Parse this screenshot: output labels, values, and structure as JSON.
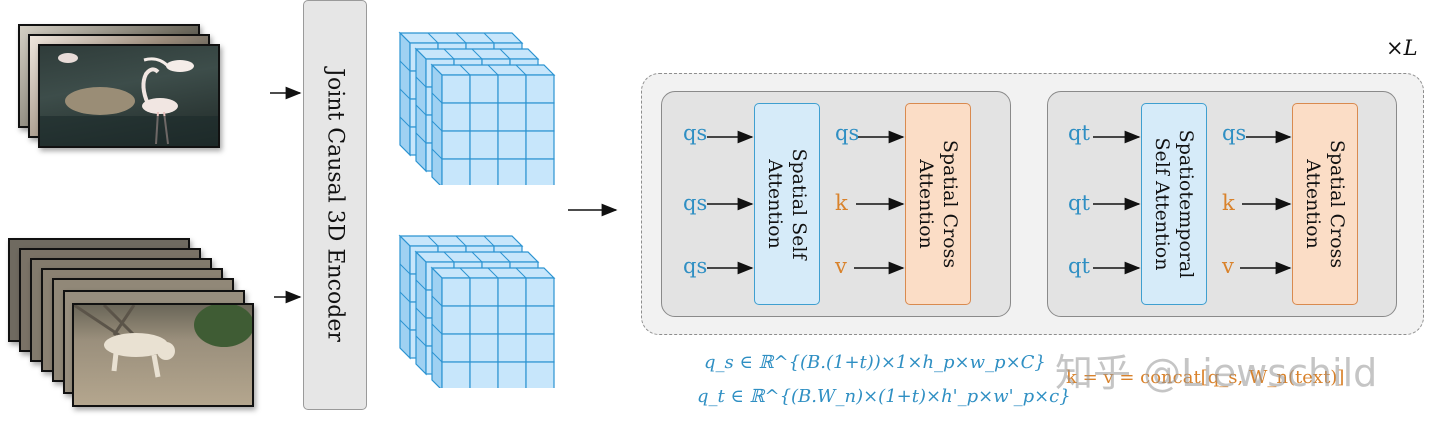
{
  "encoder": {
    "label": "Joint Causal 3D Encoder"
  },
  "repeat": {
    "label": "×L"
  },
  "block1": {
    "inputs_left": [
      "qs",
      "qs",
      "qs"
    ],
    "self_attention": "Spatial Self Attention",
    "inputs_mid": [
      "qs",
      "k",
      "v"
    ],
    "cross_attention": "Spatial Cross Attention"
  },
  "block2": {
    "inputs_left": [
      "qt",
      "qt",
      "qt"
    ],
    "self_attention": "Spatiotemporal Self Attention",
    "inputs_mid": [
      "qs",
      "k",
      "v"
    ],
    "cross_attention": "Spatial Cross Attention"
  },
  "equations": {
    "qs": "q_s ∈ ℝ^{(B.(1+t))×1×h_p×w_p×C}",
    "qt": "q_t ∈ ℝ^{(B.W_n)×(1+t)×h'_p×w'_p×c}",
    "kv": "k = v = concat[q_s, W_n(text)]"
  },
  "colors": {
    "query": "#2f8fc3",
    "kv": "#d9822b",
    "attention_block": "#d6ebf9",
    "cross_block": "#fbddc6",
    "cube_face": "#c7e6fb",
    "cube_edge": "#2b93d1"
  },
  "watermark": "知乎 @Liewschild"
}
